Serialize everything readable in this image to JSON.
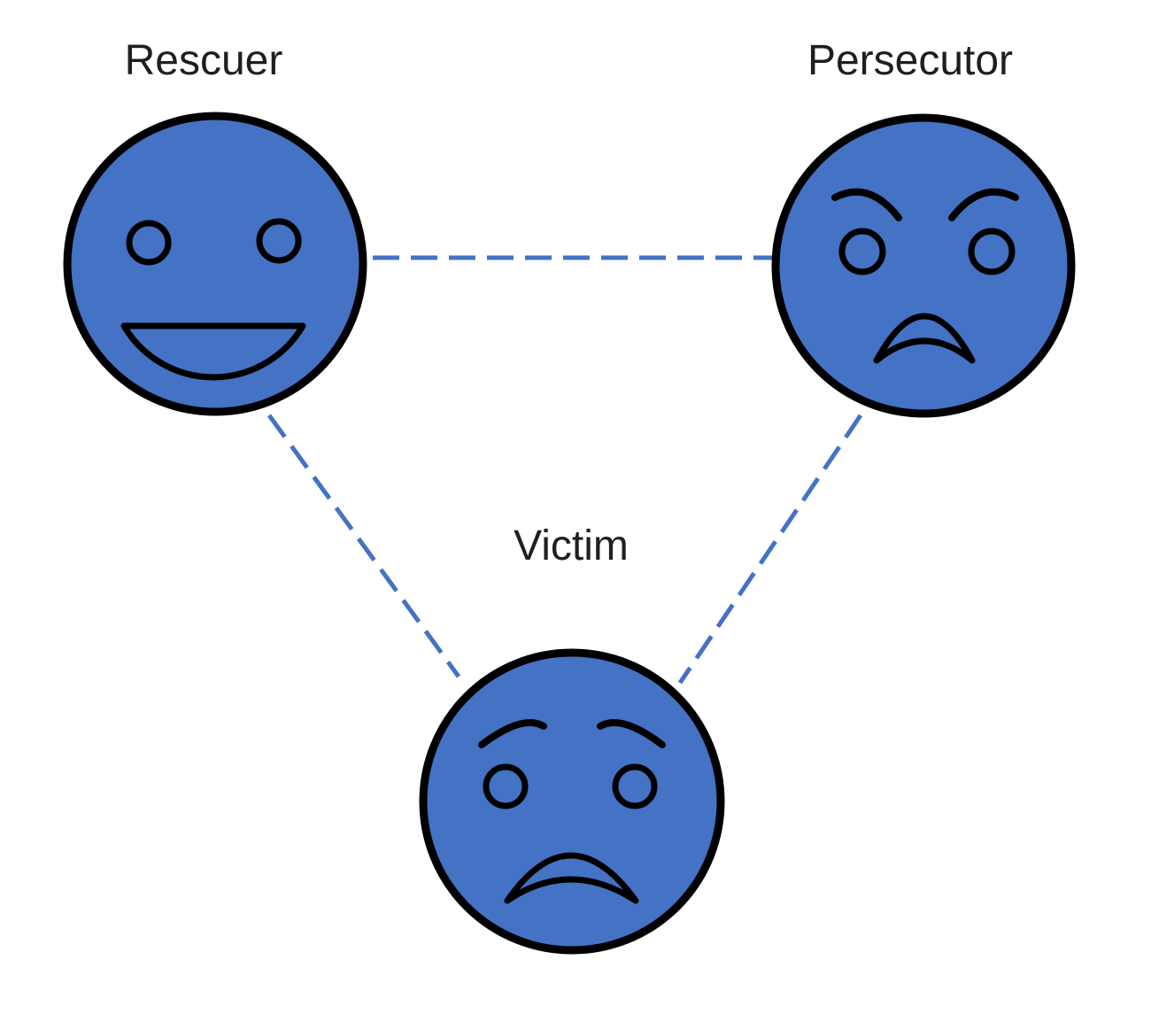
{
  "nodes": {
    "rescuer": {
      "label": "Rescuer",
      "face_icon": "happy-face"
    },
    "persecutor": {
      "label": "Persecutor",
      "face_icon": "angry-face"
    },
    "victim": {
      "label": "Victim",
      "face_icon": "worried-face"
    }
  },
  "connectors": [
    {
      "from": "Rescuer",
      "to": "Persecutor",
      "style": "dashed"
    },
    {
      "from": "Rescuer",
      "to": "Victim",
      "style": "dashed"
    },
    {
      "from": "Persecutor",
      "to": "Victim",
      "style": "dashed"
    }
  ],
  "colors": {
    "background": "#ffffff",
    "face_fill": "#4472c4",
    "face_outline": "#000000",
    "feature_stroke": "#000000",
    "connector": "#4472c4",
    "label_text": "#1f1f1f"
  }
}
